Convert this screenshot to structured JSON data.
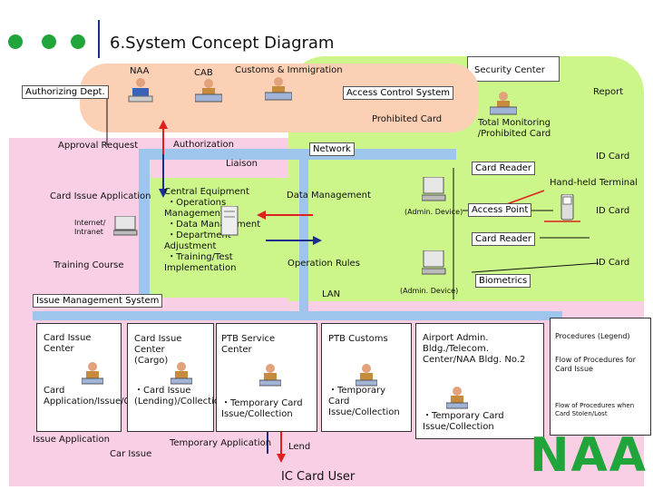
{
  "title": "6.System Concept Diagram",
  "colors": {
    "green_area": "#ccf58a",
    "pink_area": "#f9cfe6",
    "salmon_area": "#fbd0b4",
    "bus_blue": "#9ec6ec",
    "green_dot": "#1fa53a",
    "arrow_red": "#e0201e",
    "arrow_navy": "#1a2e8f"
  },
  "top": {
    "naa": "NAA",
    "cab": "CAB",
    "customs": "Customs & Immigration",
    "security": "Security Center",
    "authorizing": "Authorizing Dept.",
    "acs": "Access Control System",
    "report": "Report",
    "prohibited": "Prohibited Card",
    "total_monitoring": "Total Monitoring /Prohibited Card",
    "approval": "Approval Request",
    "authorization": "Authorization",
    "network": "Network",
    "liaison": "Liaison",
    "card_reader_1": "Card Reader",
    "id_card_1": "ID Card",
    "handheld": "Hand-held Terminal"
  },
  "middle": {
    "card_issue_app": "Card Issue Application",
    "internet": "Internet/ Intranet",
    "training": "Training Course",
    "central": "Central Equipment\n ・Operations Management\n ・Data Management\n ・Department Adjustment\n ・Training/Test Implementation",
    "data_mgmt": "Data Management",
    "admin_device_1": "(Admin. Device)",
    "access_point": "Access Point",
    "id_card_2": "ID Card",
    "card_reader_2": "Card Reader",
    "operation_rules": "Operation Rules",
    "id_card_3": "ID Card",
    "biometrics": "Biometrics",
    "admin_device_2": "(Admin. Device)",
    "lan": "LAN",
    "ims": "Issue Management System"
  },
  "bottom": {
    "col1_title": "Card Issue Center",
    "col1_sub": "Card Application/Issue/Collection",
    "col2_title": "Card Issue Center (Cargo)",
    "col2_sub": "・Card Issue (Lending)/Collection",
    "col3_title": "PTB Service Center",
    "col3_sub": "・Temporary Card Issue/Collection",
    "col4_title": "PTB Customs",
    "col4_sub": "・Temporary Card Issue/Collection",
    "col5_title": "Airport Admin. Bldg./Telecom. Center/NAA Bldg. No.2",
    "col5_sub": "・Temporary Card Issue/Collection",
    "issue_application": "Issue Application",
    "car_issue": "Car Issue",
    "temporary_application": "Temporary Application",
    "lend": "Lend",
    "ic_card_user": "IC Card User"
  },
  "legend": {
    "title": "Procedures (Legend)",
    "flow1": "Flow of Procedures for Card Issue",
    "flow2": "Flow of Procedures when Card Stolen/Lost"
  },
  "logo": {
    "text": "NAA"
  }
}
